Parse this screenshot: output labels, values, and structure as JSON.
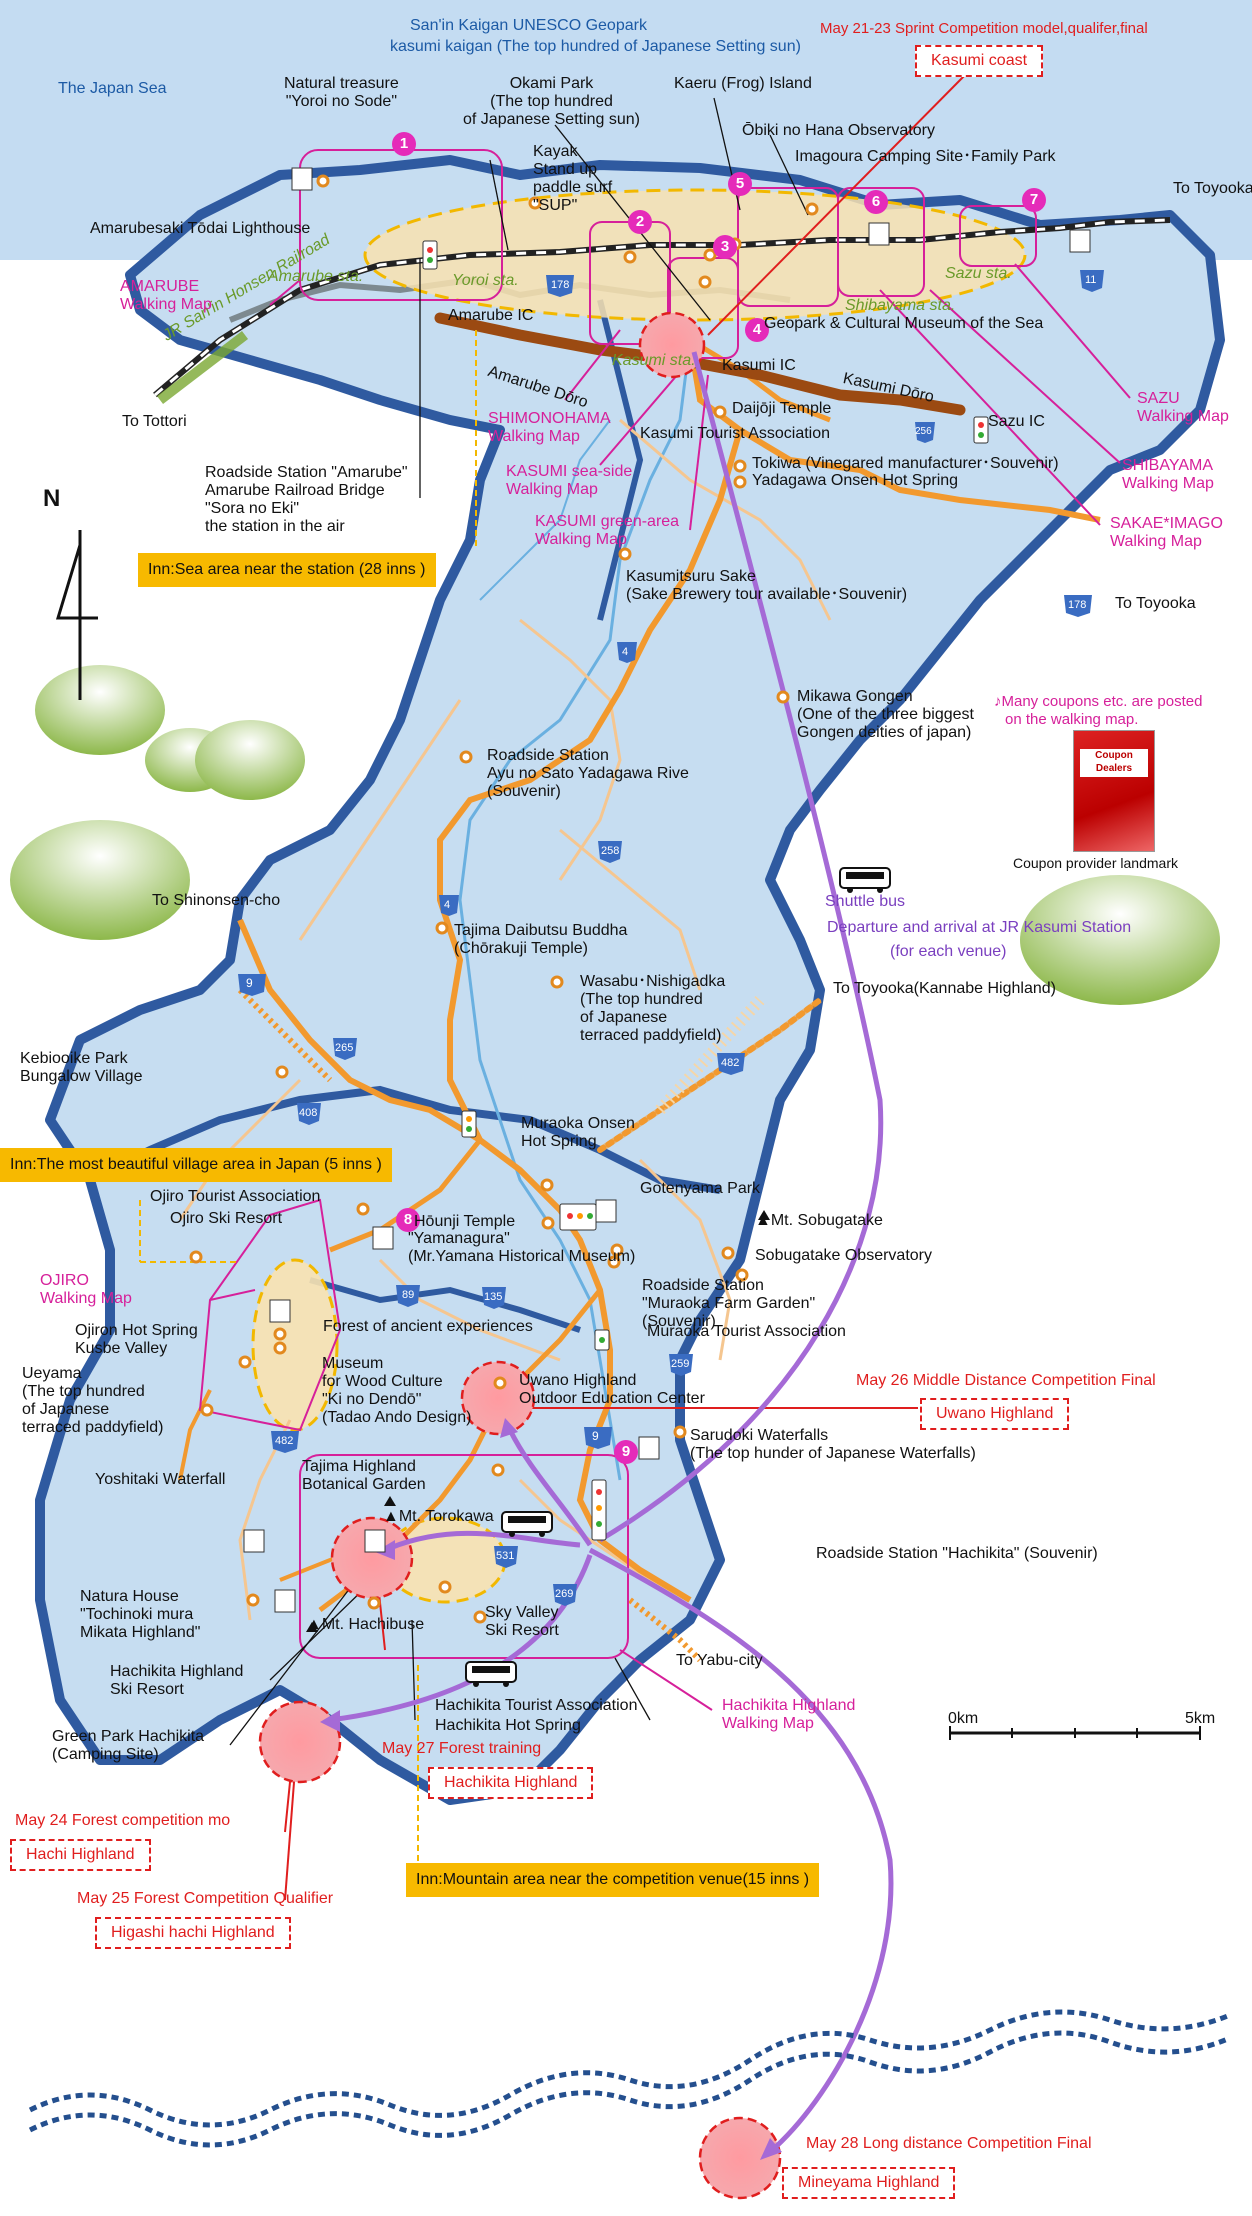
{
  "sea": {
    "label": "The Japan Sea"
  },
  "geopark": {
    "line1": "San'in Kaigan UNESCO Geopark",
    "line2": "kasumi kaigan (The top hundred of Japanese Setting sun)"
  },
  "north": {
    "label": "N"
  },
  "scale": {
    "start": "0km",
    "end": "5km"
  },
  "coupon": {
    "note_line1": "♪Many coupons etc. are posted",
    "note_line2": "on the walking map.",
    "caption": "Coupon provider landmark",
    "card_text": "Coupon\nDealers"
  },
  "shuttle": {
    "label": "Shuttle bus",
    "line1": "Departure and arrival at JR Kasumi Station",
    "line2": "(for each venue)"
  },
  "inns": [
    {
      "text": "Inn:Sea area near the station (28 inns )"
    },
    {
      "text": "Inn:The most beautiful village area in Japan (5 inns )"
    },
    {
      "text": "Inn:Mountain area near the competition venue(15 inns )"
    }
  ],
  "events": [
    {
      "date": "May 21-23 Sprint Competition model,qualifer,final",
      "venue": "Kasumi coast"
    },
    {
      "date": "May 26 Middle Distance Competition Final",
      "venue": "Uwano Highland"
    },
    {
      "date": "May 27 Forest training",
      "venue": "Hachikita Highland"
    },
    {
      "date": "May 24 Forest competition mo",
      "venue": "Hachi Highland"
    },
    {
      "date": "May 25 Forest Competition Qualifier",
      "venue": "Higashi hachi Highland"
    },
    {
      "date": "May 28 Long distance Competition Final",
      "venue": "Mineyama Highland"
    }
  ],
  "walking_maps": [
    {
      "name": "AMARUBE",
      "sub": "Walking Map"
    },
    {
      "name": "SHIMONOHAMA",
      "sub": "Walking Map"
    },
    {
      "name": "KASUMI sea-side",
      "sub": "Walking Map"
    },
    {
      "name": "KASUMI green-area",
      "sub": "Walking Map"
    },
    {
      "name": "SAZU",
      "sub": "Walking Map"
    },
    {
      "name": "SHIBAYAMA",
      "sub": "Walking Map"
    },
    {
      "name": "SAKAE*IMAGO",
      "sub": "Walking Map"
    },
    {
      "name": "OJIRO",
      "sub": "Walking Map"
    },
    {
      "name": "Hachikita Highland",
      "sub": "Walking Map"
    }
  ],
  "stations": [
    "Amarube sta.",
    "Yoroi sta.",
    "Kasumi sta.",
    "Shibayama sta.",
    "Sazu sta."
  ],
  "railway": "JR San'in Honsen Railroad",
  "roads": {
    "amarube_doro": "Amarube Dōro",
    "kasumi_doro": "Kasumi Dōro",
    "amarube_ic": "Amarube IC",
    "kasumi_ic": "Kasumi IC",
    "sazu_ic": "Sazu IC"
  },
  "route_numbers": [
    "178",
    "11",
    "256",
    "178",
    "4",
    "258",
    "4",
    "9",
    "265",
    "408",
    "482",
    "89",
    "135",
    "259",
    "9",
    "482",
    "531",
    "269"
  ],
  "numbers": [
    "1",
    "2",
    "3",
    "4",
    "5",
    "6",
    "7",
    "8",
    "9"
  ],
  "directions": {
    "tottori": "To Tottori",
    "toyooka1": "To Toyooka",
    "toyooka2": "To Toyooka",
    "shinonsen": "To Shinonsen-cho",
    "toyooka_kannabe": "To Toyooka(Kannabe Highland)",
    "yabu": "To Yabu-city"
  },
  "places": {
    "natural_treasure": "Natural treasure\n\"Yoroi no Sode\"",
    "okami_park": "Okami Park\n(The top hundred\nof Japanese Setting sun)",
    "kaeru": "Kaeru (Frog) Island",
    "obiki": "Ōbiki no Hana Observatory",
    "imagoura": "Imagoura Camping Site･Family Park",
    "kayak": "Kayak\nStand up\npaddle surf\n\"SUP\"",
    "lighthouse": "Amarubesaki Tōdai Lighthouse",
    "geopark_museum": "Geopark & Cultural Museum of the Sea",
    "daijoji": "Daijōji Temple",
    "kasumi_tourist": "Kasumi Tourist Association",
    "tokiwa": "Tokiwa (Vinegared manufacturer･Souvenir)",
    "yadagawa": "Yadagawa Onsen Hot Spring",
    "roadside_amarube": "Roadside Station \"Amarube\"\nAmarube Railroad Bridge\n\"Sora no Eki\"\nthe station in the air",
    "kasumitsuru": "Kasumitsuru Sake\n(Sake Brewery tour available･Souvenir)",
    "mikawa": "Mikawa Gongen\n(One of the three biggest\nGongen deities of japan)",
    "roadside_ayu": "Roadside Station\nAyu no Sato Yadagawa Rive\n(Souvenir)",
    "daibutsu": "Tajima Daibutsu Buddha\n(Chōrakuji Temple)",
    "wasabu": "Wasabu･Nishigadka\n(The top hundred\nof Japanese\nterraced paddyfield)",
    "kebiooike": "Kebiooike Park\nBungalow Village",
    "muraoka_onsen": "Muraoka Onsen\nHot Spring",
    "gotenyama": "Gotenyama Park",
    "hounji": "Hōunji Temple",
    "yamanagura": "\"Yamanagura\"\n(Mr.Yamana Historical Museum)",
    "sobugatake_mt": "▲Mt. Sobugatake",
    "sobugatake_obs": "Sobugatake Observatory",
    "ojiro_tourist": "Ojiro Tourist Association",
    "ojiro_ski": "Ojiro Ski Resort",
    "roadside_muraoka": "Roadside Station\n\"Muraoka Farm Garden\"\n(Souvenir)",
    "muraoka_tourist": "Muraoka Tourist Association",
    "ojiron": "Ojiron Hot Spring",
    "kusbe": "Kusbe Valley",
    "forest_ancient": "Forest of ancient experiences",
    "ueyama": "Ueyama\n(The top hundred\nof Japanese\nterraced paddyfield)",
    "museum_wood": "Museum\nfor Wood Culture\n\"Ki no Dendō\"\n(Tadao Ando Design)",
    "uwano": "Uwano Highland\nOutdoor Education Center",
    "sarudoki": "Sarudoki Waterfalls\n(The top hunder of Japanese Waterfalls)",
    "yoshitaki": "Yoshitaki Waterfall",
    "botanical": "Tajima Highland\nBotanical Garden",
    "torokawa": "▲Mt. Torokawa",
    "roadside_hachikita": "Roadside Station \"Hachikita\" (Souvenir)",
    "natura": "Natura House\n\"Tochinoki mura\nMikata Highland\"",
    "hachibuse": "▲Mt. Hachibuse",
    "sky_valley": "Sky Valley\nSki Resort",
    "hachikita_ski": "Hachikita Highland\nSki Resort",
    "hachikita_tourist": "Hachikita Tourist Association",
    "hachikita_hot": "Hachikita Hot Spring",
    "green_park": "Green Park Hachikita\n(Camping Site)"
  },
  "colors": {
    "land": "#c4dcf2",
    "route_orange": "#f2992e",
    "walking_map": "#d6209a",
    "competition_red": "#e01e1e",
    "shuttle_purple": "#a56ad6",
    "inn_gold": "#f7b900"
  }
}
